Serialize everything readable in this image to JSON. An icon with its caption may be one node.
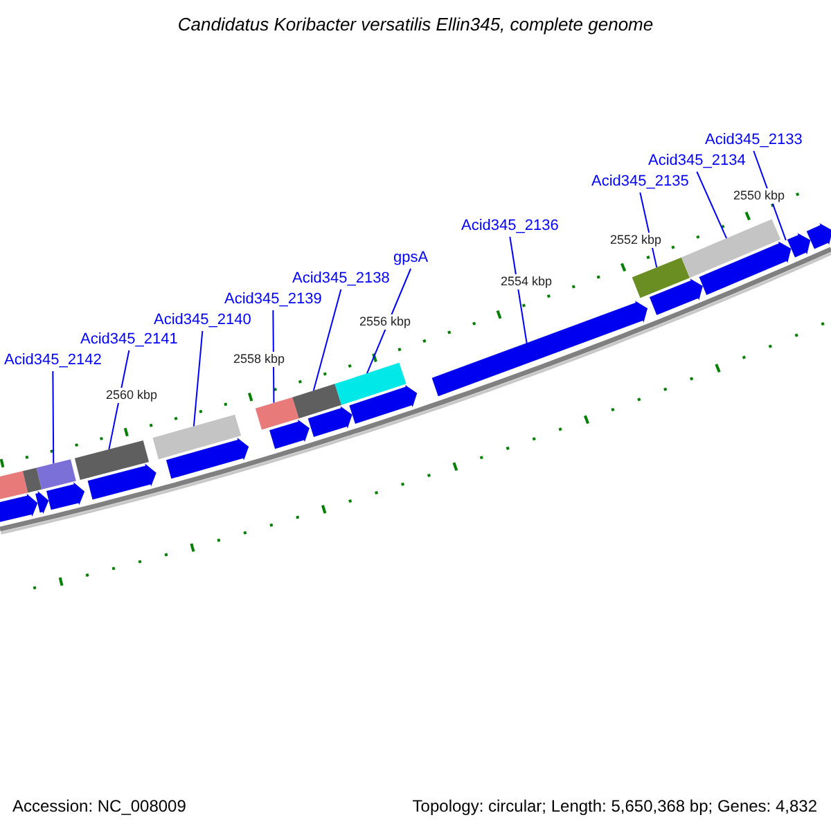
{
  "diagram": {
    "title": "Candidatus Koribacter versatilis Ellin345, complete genome",
    "nodes": [
      {
        "text": [
          "Acid345_2142"
        ]
      },
      {
        "text": [
          "Acid345_2141"
        ]
      },
      {
        "text": [
          "Acid345_2140"
        ]
      },
      {
        "text": [
          "Acid345_2139"
        ]
      },
      {
        "text": [
          "Acid345_2138"
        ]
      },
      {
        "text": [
          "gpsA"
        ]
      },
      {
        "text": [
          "Acid345_2136"
        ]
      },
      {
        "text": [
          "Acid345_2135"
        ]
      },
      {
        "text": [
          "Acid345_2134"
        ]
      },
      {
        "text": [
          "Acid345_2133"
        ]
      },
      {
        "text": [],
        "shape": "bar"
      },
      {
        "text": [],
        "shape": "bar"
      },
      {
        "text": [],
        "shape": "bar"
      },
      {
        "text": [],
        "shape": "bar"
      },
      {
        "text": [],
        "shape": "bar"
      },
      {
        "text": [],
        "shape": "bar"
      },
      {
        "text": [],
        "shape": "bar"
      },
      {
        "text": [],
        "shape": "bar"
      },
      {
        "text": [],
        "shape": "bar"
      },
      {
        "text": [],
        "shape": "bar"
      },
      {
        "text": [],
        "shape": "bar"
      },
      {
        "text": [],
        "shape": "bar"
      },
      {
        "text": [],
        "shape": "bar"
      },
      {
        "text": [],
        "shape": "bar"
      },
      {
        "text": [],
        "shape": "bar"
      },
      {
        "text": [],
        "shape": "bar"
      },
      {
        "text": [],
        "shape": "bar"
      },
      {
        "text": [],
        "shape": "bar"
      },
      {
        "text": [],
        "shape": "bar"
      },
      {
        "text": [],
        "shape": "bar"
      },
      {
        "text": [],
        "shape": "bar"
      },
      {
        "text": [],
        "shape": "bar"
      },
      {
        "text": [],
        "shape": "bar"
      }
    ],
    "edges": [
      {
        "from": 0,
        "to": 10,
        "arrow": "none"
      },
      {
        "from": 1,
        "to": 11,
        "arrow": "none"
      },
      {
        "from": 2,
        "to": 12,
        "arrow": "none"
      },
      {
        "from": 3,
        "to": 13,
        "arrow": "none"
      },
      {
        "from": 4,
        "to": 14,
        "arrow": "none"
      },
      {
        "from": 5,
        "to": 15,
        "arrow": "none"
      },
      {
        "from": 6,
        "to": 16,
        "arrow": "none"
      },
      {
        "from": 7,
        "to": 17,
        "arrow": "none"
      },
      {
        "from": 8,
        "to": 18,
        "arrow": "none"
      },
      {
        "from": 9,
        "to": 19,
        "arrow": "none"
      }
    ],
    "labels": [
      "2560 kbp",
      "2558 kbp",
      "2556 kbp",
      "2554 kbp",
      "2552 kbp",
      "2550 kbp",
      "Accession: NC_008009",
      "Topology: circular; Length: 5,650,368 bp; Genes: 4,832"
    ]
  }
}
